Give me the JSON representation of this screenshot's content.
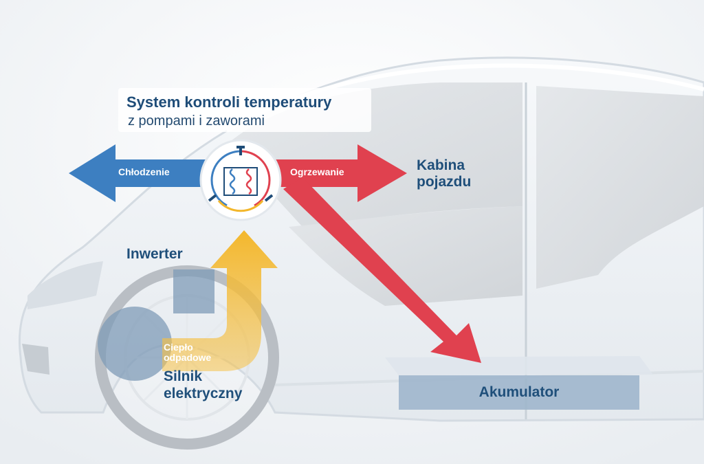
{
  "title": "System kontroli temperatury",
  "subtitle": "z pompami i zaworami",
  "arrows": {
    "cooling": "Chłodzenie",
    "heating": "Ogrzewanie"
  },
  "labels": {
    "cabin": "Kabina\npojazdu",
    "inverter": "Inwerter",
    "waste_heat": "Ciepło\nodpadowe",
    "motor": "Silnik\nelektryczny",
    "battery": "Akumulator"
  },
  "colors": {
    "cooling_blue": "#3d7fc1",
    "heating_red": "#e0414f",
    "waste_heat_yellow": "#f3b72c",
    "label_navy": "#1f4f7a",
    "component_box": "#9fb6cc"
  }
}
